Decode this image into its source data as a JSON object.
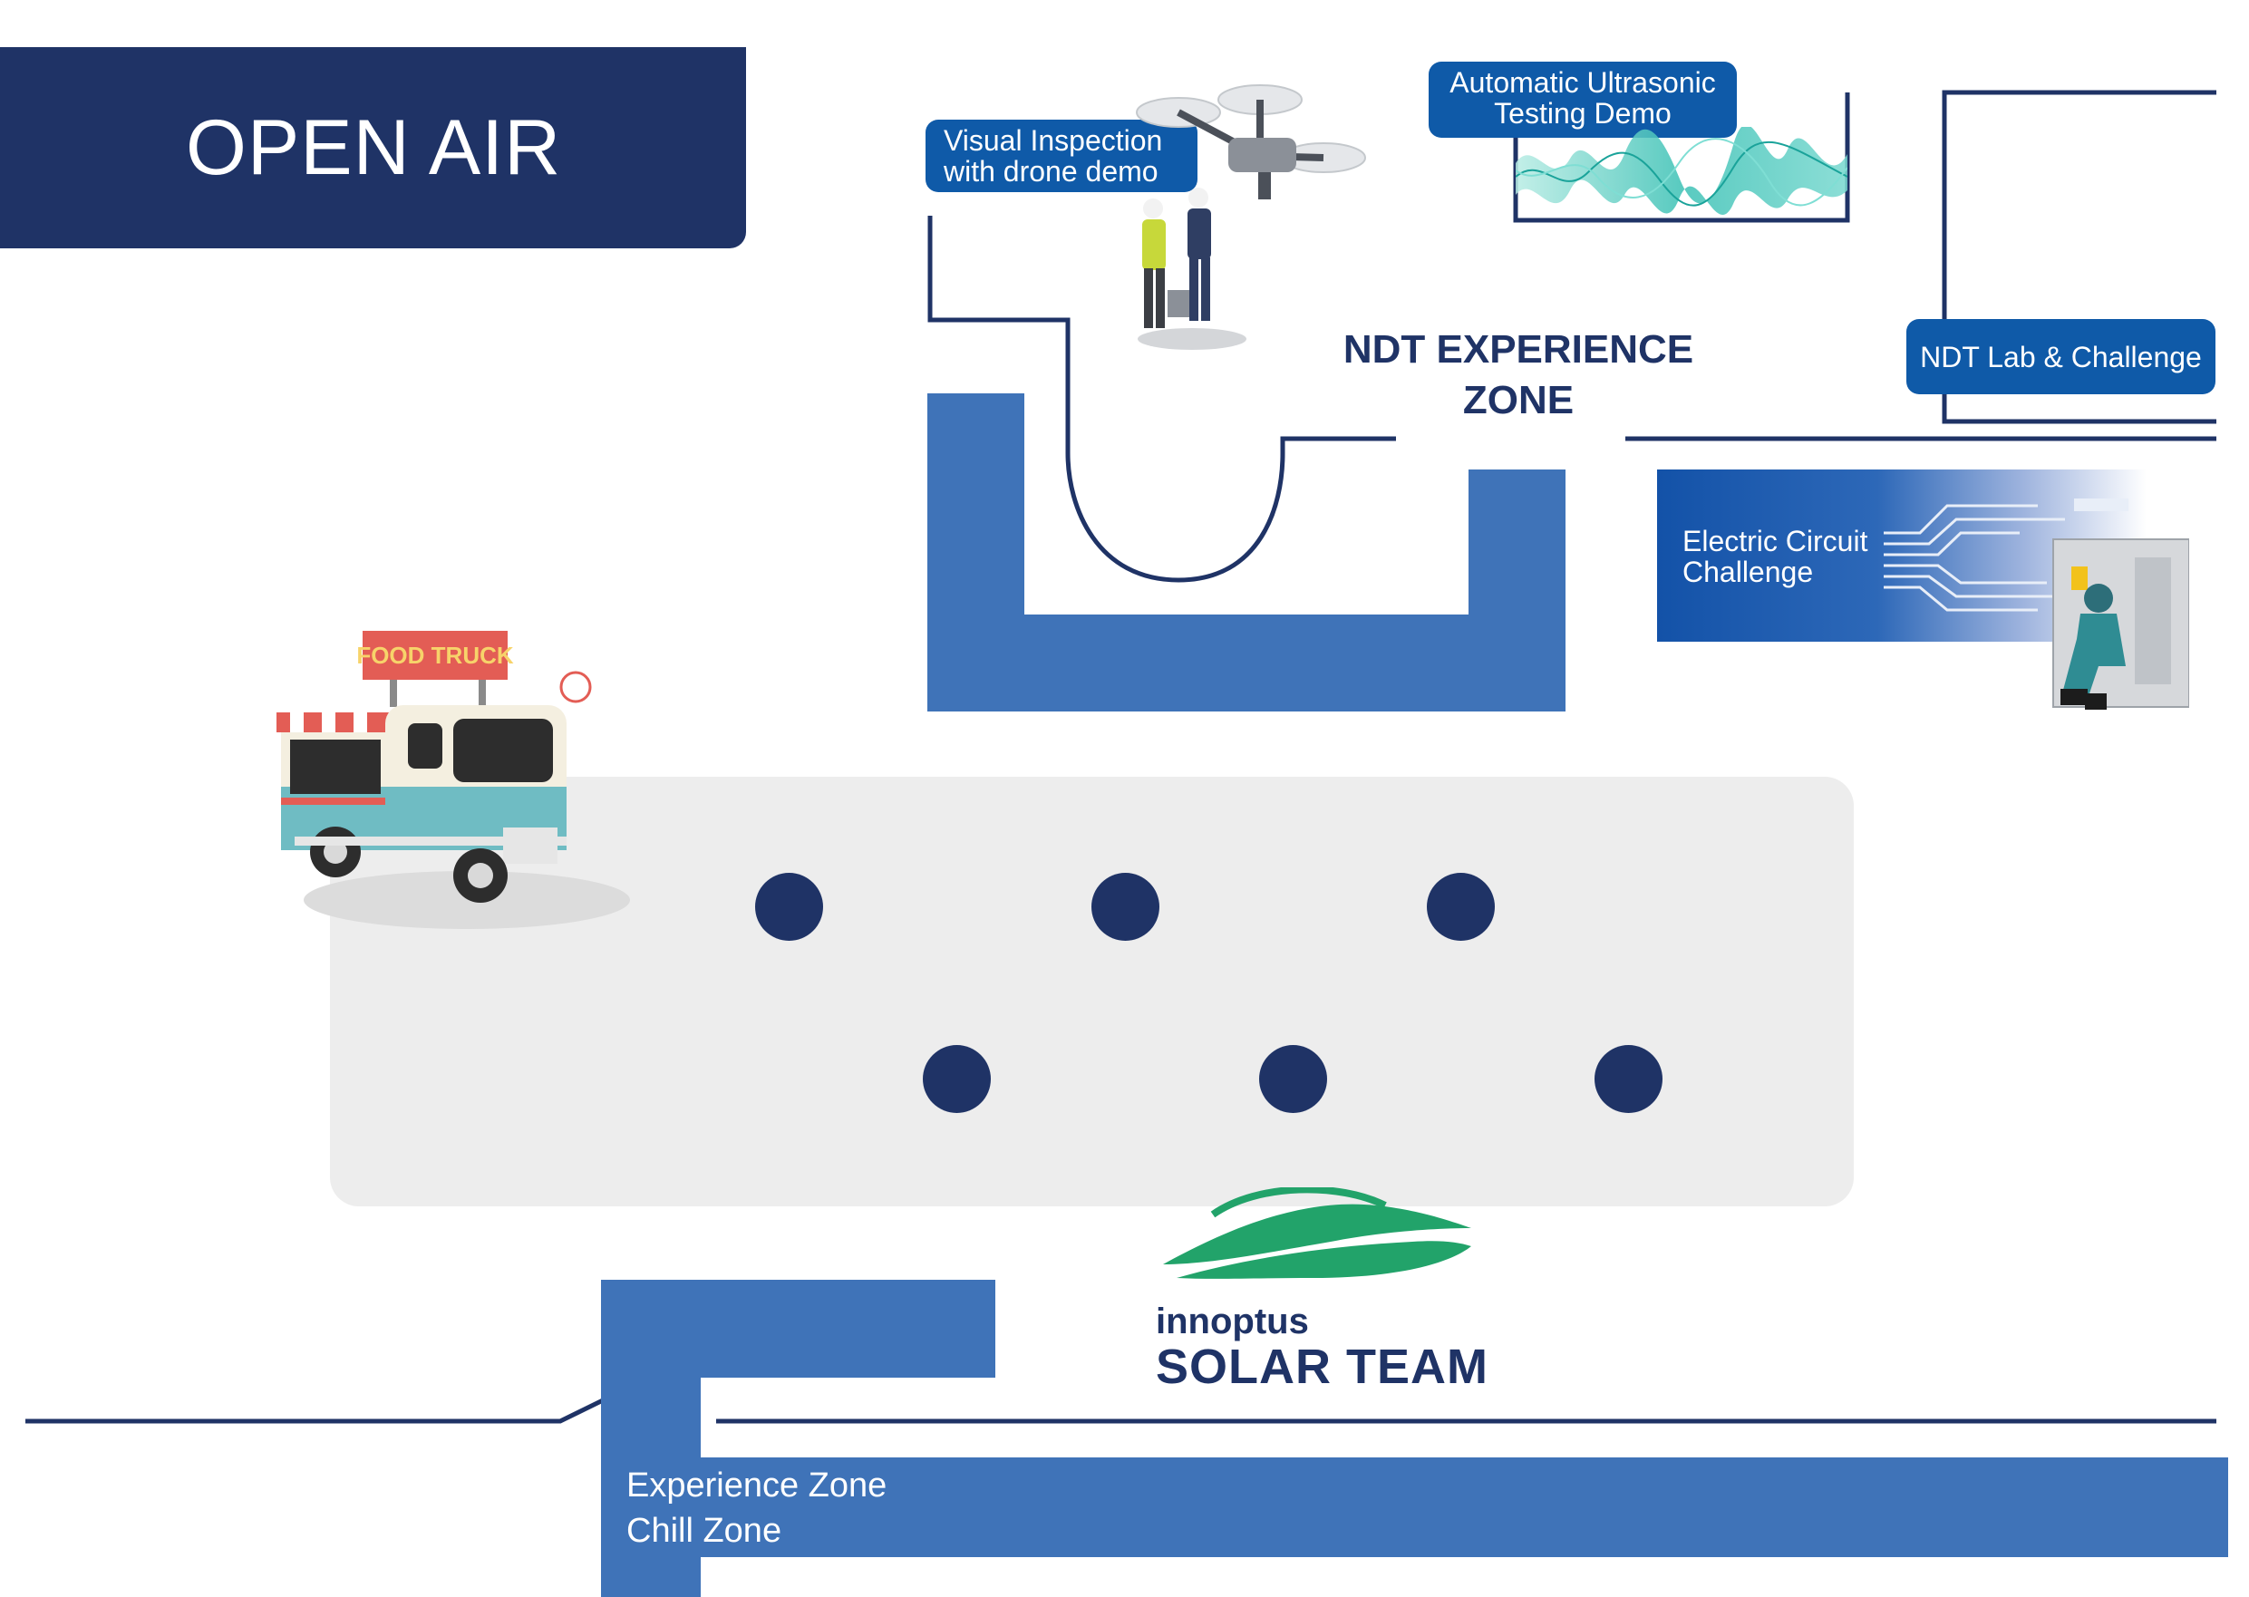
{
  "header": {
    "title": "OPEN AIR"
  },
  "ndt_zone": {
    "title_line1": "NDT EXPERIENCE",
    "title_line2": "ZONE"
  },
  "stations": {
    "drone": {
      "line1": "Visual Inspection",
      "line2": "with drone demo"
    },
    "ultrasonic": {
      "line1": "Automatic Ultrasonic",
      "line2": "Testing Demo"
    },
    "lab": {
      "label": "NDT Lab & Challenge"
    },
    "circuit": {
      "line1": "Electric Circuit",
      "line2": "Challenge"
    }
  },
  "food_truck": {
    "sign": "FOOD TRUCK"
  },
  "plaza": {
    "seat_count": 6
  },
  "logo": {
    "line1": "innoptus",
    "line2": "SOLAR TEAM"
  },
  "bottom": {
    "line1": "Experience Zone",
    "line2": "Chill Zone"
  },
  "colors": {
    "navy": "#1f3366",
    "zone_blue": "#3f73b8",
    "label_blue": "#0f5aa8",
    "plaza_grey": "#ededed",
    "logo_green": "#22a36a"
  }
}
